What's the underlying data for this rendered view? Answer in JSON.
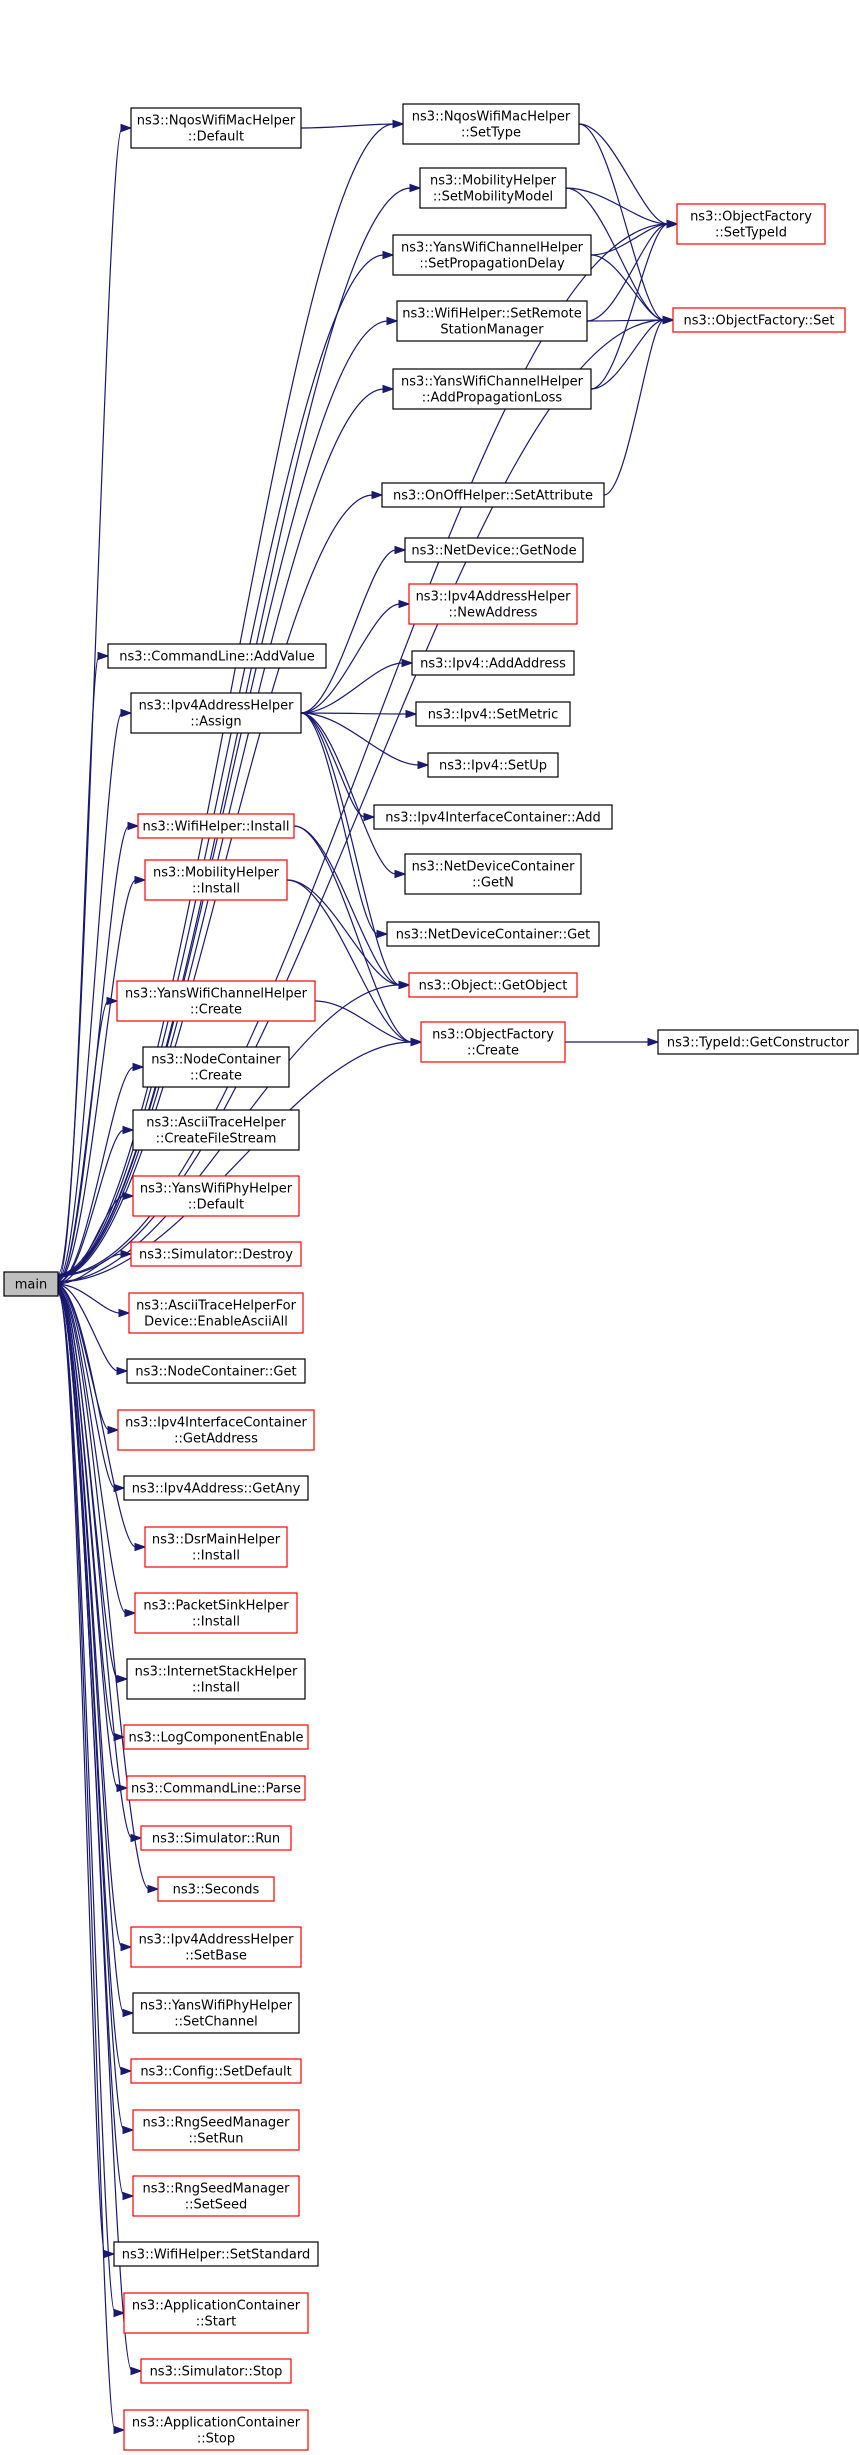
{
  "nodes": [
    {
      "id": "main",
      "lines": [
        "main"
      ],
      "style": "root"
    },
    {
      "id": "nqos_default",
      "lines": [
        "ns3::NqosWifiMacHelper",
        "::Default"
      ],
      "style": "black"
    },
    {
      "id": "nqos_settype",
      "lines": [
        "ns3::NqosWifiMacHelper",
        "::SetType"
      ],
      "style": "black"
    },
    {
      "id": "of_settypeid",
      "lines": [
        "ns3::ObjectFactory",
        "::SetTypeId"
      ],
      "style": "red"
    },
    {
      "id": "mob_setmodel",
      "lines": [
        "ns3::MobilityHelper",
        "::SetMobilityModel"
      ],
      "style": "black"
    },
    {
      "id": "yans_setdelay",
      "lines": [
        "ns3::YansWifiChannelHelper",
        "::SetPropagationDelay"
      ],
      "style": "black"
    },
    {
      "id": "wifi_setremote",
      "lines": [
        "ns3::WifiHelper::SetRemote",
        "StationManager"
      ],
      "style": "black"
    },
    {
      "id": "of_set",
      "lines": [
        "ns3::ObjectFactory::Set"
      ],
      "style": "red"
    },
    {
      "id": "yans_addloss",
      "lines": [
        "ns3::YansWifiChannelHelper",
        "::AddPropagationLoss"
      ],
      "style": "black"
    },
    {
      "id": "onoff_setattr",
      "lines": [
        "ns3::OnOffHelper::SetAttribute"
      ],
      "style": "black"
    },
    {
      "id": "nd_getnode",
      "lines": [
        "ns3::NetDevice::GetNode"
      ],
      "style": "black"
    },
    {
      "id": "ipv4ah_newaddr",
      "lines": [
        "ns3::Ipv4AddressHelper",
        "::NewAddress"
      ],
      "style": "red"
    },
    {
      "id": "cmd_addvalue",
      "lines": [
        "ns3::CommandLine::AddValue"
      ],
      "style": "black"
    },
    {
      "id": "ipv4_addaddr",
      "lines": [
        "ns3::Ipv4::AddAddress"
      ],
      "style": "black"
    },
    {
      "id": "ipv4ah_assign",
      "lines": [
        "ns3::Ipv4AddressHelper",
        "::Assign"
      ],
      "style": "black"
    },
    {
      "id": "ipv4_setmetric",
      "lines": [
        "ns3::Ipv4::SetMetric"
      ],
      "style": "black"
    },
    {
      "id": "ipv4_setup",
      "lines": [
        "ns3::Ipv4::SetUp"
      ],
      "style": "black"
    },
    {
      "id": "ipv4ic_add",
      "lines": [
        "ns3::Ipv4InterfaceContainer::Add"
      ],
      "style": "black"
    },
    {
      "id": "wifi_install",
      "lines": [
        "ns3::WifiHelper::Install"
      ],
      "style": "red"
    },
    {
      "id": "ndc_getn",
      "lines": [
        "ns3::NetDeviceContainer",
        "::GetN"
      ],
      "style": "black"
    },
    {
      "id": "mob_install",
      "lines": [
        "ns3::MobilityHelper",
        "::Install"
      ],
      "style": "red"
    },
    {
      "id": "ndc_get",
      "lines": [
        "ns3::NetDeviceContainer::Get"
      ],
      "style": "black"
    },
    {
      "id": "obj_getobject",
      "lines": [
        "ns3::Object::GetObject"
      ],
      "style": "red"
    },
    {
      "id": "yans_create",
      "lines": [
        "ns3::YansWifiChannelHelper",
        "::Create"
      ],
      "style": "red"
    },
    {
      "id": "of_create",
      "lines": [
        "ns3::ObjectFactory",
        "::Create"
      ],
      "style": "red"
    },
    {
      "id": "typeid_getctor",
      "lines": [
        "ns3::TypeId::GetConstructor"
      ],
      "style": "black"
    },
    {
      "id": "nc_create",
      "lines": [
        "ns3::NodeContainer",
        "::Create"
      ],
      "style": "black"
    },
    {
      "id": "ath_createfs",
      "lines": [
        "ns3::AsciiTraceHelper",
        "::CreateFileStream"
      ],
      "style": "black"
    },
    {
      "id": "yansphy_default",
      "lines": [
        "ns3::YansWifiPhyHelper",
        "::Default"
      ],
      "style": "red"
    },
    {
      "id": "sim_destroy",
      "lines": [
        "ns3::Simulator::Destroy"
      ],
      "style": "red"
    },
    {
      "id": "athfd_enable",
      "lines": [
        "ns3::AsciiTraceHelperFor",
        "Device::EnableAsciiAll"
      ],
      "style": "red"
    },
    {
      "id": "nc_get",
      "lines": [
        "ns3::NodeContainer::Get"
      ],
      "style": "black"
    },
    {
      "id": "ipv4ic_getaddr",
      "lines": [
        "ns3::Ipv4InterfaceContainer",
        "::GetAddress"
      ],
      "style": "red"
    },
    {
      "id": "ipv4addr_getany",
      "lines": [
        "ns3::Ipv4Address::GetAny"
      ],
      "style": "black"
    },
    {
      "id": "dsr_install",
      "lines": [
        "ns3::DsrMainHelper",
        "::Install"
      ],
      "style": "red"
    },
    {
      "id": "sink_install",
      "lines": [
        "ns3::PacketSinkHelper",
        "::Install"
      ],
      "style": "red"
    },
    {
      "id": "inet_install",
      "lines": [
        "ns3::InternetStackHelper",
        "::Install"
      ],
      "style": "black"
    },
    {
      "id": "log_enable",
      "lines": [
        "ns3::LogComponentEnable"
      ],
      "style": "red"
    },
    {
      "id": "cmd_parse",
      "lines": [
        "ns3::CommandLine::Parse"
      ],
      "style": "red"
    },
    {
      "id": "sim_run",
      "lines": [
        "ns3::Simulator::Run"
      ],
      "style": "red"
    },
    {
      "id": "seconds",
      "lines": [
        "ns3::Seconds"
      ],
      "style": "red"
    },
    {
      "id": "ipv4ah_setbase",
      "lines": [
        "ns3::Ipv4AddressHelper",
        "::SetBase"
      ],
      "style": "red"
    },
    {
      "id": "yansphy_setchannel",
      "lines": [
        "ns3::YansWifiPhyHelper",
        "::SetChannel"
      ],
      "style": "black"
    },
    {
      "id": "config_setdefault",
      "lines": [
        "ns3::Config::SetDefault"
      ],
      "style": "red"
    },
    {
      "id": "rng_setrun",
      "lines": [
        "ns3::RngSeedManager",
        "::SetRun"
      ],
      "style": "red"
    },
    {
      "id": "rng_setseed",
      "lines": [
        "ns3::RngSeedManager",
        "::SetSeed"
      ],
      "style": "red"
    },
    {
      "id": "wifi_setstandard",
      "lines": [
        "ns3::WifiHelper::SetStandard"
      ],
      "style": "black"
    },
    {
      "id": "appc_start",
      "lines": [
        "ns3::ApplicationContainer",
        "::Start"
      ],
      "style": "red"
    },
    {
      "id": "sim_stop",
      "lines": [
        "ns3::Simulator::Stop"
      ],
      "style": "red"
    },
    {
      "id": "appc_stop",
      "lines": [
        "ns3::ApplicationContainer",
        "::Stop"
      ],
      "style": "red"
    }
  ],
  "edges": [
    [
      "main",
      "nqos_default"
    ],
    [
      "main",
      "nqos_settype"
    ],
    [
      "main",
      "of_settypeid"
    ],
    [
      "main",
      "mob_setmodel"
    ],
    [
      "main",
      "yans_setdelay"
    ],
    [
      "main",
      "wifi_setremote"
    ],
    [
      "main",
      "yans_addloss"
    ],
    [
      "main",
      "of_set"
    ],
    [
      "main",
      "onoff_setattr"
    ],
    [
      "main",
      "cmd_addvalue"
    ],
    [
      "main",
      "ipv4ah_assign"
    ],
    [
      "main",
      "wifi_install"
    ],
    [
      "main",
      "mob_install"
    ],
    [
      "main",
      "obj_getobject"
    ],
    [
      "main",
      "of_create"
    ],
    [
      "main",
      "yans_create"
    ],
    [
      "main",
      "nc_create"
    ],
    [
      "main",
      "ath_createfs"
    ],
    [
      "main",
      "yansphy_default"
    ],
    [
      "main",
      "sim_destroy"
    ],
    [
      "main",
      "athfd_enable"
    ],
    [
      "main",
      "nc_get"
    ],
    [
      "main",
      "ipv4ic_getaddr"
    ],
    [
      "main",
      "ipv4addr_getany"
    ],
    [
      "main",
      "dsr_install"
    ],
    [
      "main",
      "sink_install"
    ],
    [
      "main",
      "inet_install"
    ],
    [
      "main",
      "log_enable"
    ],
    [
      "main",
      "cmd_parse"
    ],
    [
      "main",
      "sim_run"
    ],
    [
      "main",
      "seconds"
    ],
    [
      "main",
      "ipv4ah_setbase"
    ],
    [
      "main",
      "yansphy_setchannel"
    ],
    [
      "main",
      "config_setdefault"
    ],
    [
      "main",
      "rng_setrun"
    ],
    [
      "main",
      "rng_setseed"
    ],
    [
      "main",
      "wifi_setstandard"
    ],
    [
      "main",
      "appc_start"
    ],
    [
      "main",
      "sim_stop"
    ],
    [
      "main",
      "appc_stop"
    ],
    [
      "nqos_default",
      "nqos_settype"
    ],
    [
      "nqos_settype",
      "of_settypeid"
    ],
    [
      "nqos_settype",
      "of_set"
    ],
    [
      "mob_setmodel",
      "of_settypeid"
    ],
    [
      "mob_setmodel",
      "of_set"
    ],
    [
      "yans_setdelay",
      "of_settypeid"
    ],
    [
      "yans_setdelay",
      "of_set"
    ],
    [
      "wifi_setremote",
      "of_settypeid"
    ],
    [
      "wifi_setremote",
      "of_set"
    ],
    [
      "yans_addloss",
      "of_settypeid"
    ],
    [
      "yans_addloss",
      "of_set"
    ],
    [
      "onoff_setattr",
      "of_set"
    ],
    [
      "ipv4ah_assign",
      "nd_getnode"
    ],
    [
      "ipv4ah_assign",
      "ipv4ah_newaddr"
    ],
    [
      "ipv4ah_assign",
      "ipv4_addaddr"
    ],
    [
      "ipv4ah_assign",
      "ipv4_setmetric"
    ],
    [
      "ipv4ah_assign",
      "ipv4_setup"
    ],
    [
      "ipv4ah_assign",
      "ipv4ic_add"
    ],
    [
      "ipv4ah_assign",
      "ndc_getn"
    ],
    [
      "ipv4ah_assign",
      "ndc_get"
    ],
    [
      "ipv4ah_assign",
      "obj_getobject"
    ],
    [
      "wifi_install",
      "obj_getobject"
    ],
    [
      "wifi_install",
      "of_create"
    ],
    [
      "mob_install",
      "obj_getobject"
    ],
    [
      "mob_install",
      "of_create"
    ],
    [
      "yans_create",
      "of_create"
    ],
    [
      "of_create",
      "typeid_getctor"
    ]
  ]
}
